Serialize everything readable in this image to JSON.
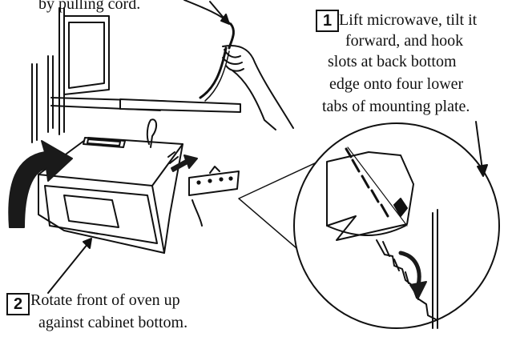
{
  "caption_top_fragment": "by pulling cord.",
  "steps": [
    {
      "number": "1",
      "lines": [
        "Lift microwave, tilt it",
        "forward, and hook",
        "slots at back bottom",
        "edge onto four lower",
        "tabs of mounting plate."
      ]
    },
    {
      "number": "2",
      "lines": [
        "Rotate front of oven up",
        "against cabinet bottom."
      ]
    }
  ],
  "colors": {
    "ink": "#111111",
    "paper": "#ffffff",
    "arrow": "#1a1a1a"
  }
}
